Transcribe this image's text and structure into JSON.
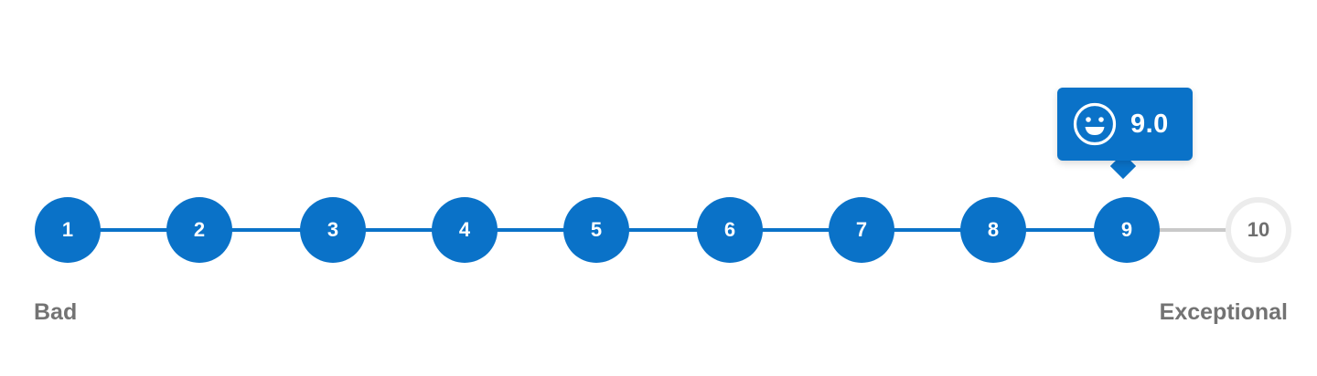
{
  "rating": {
    "steps": [
      "1",
      "2",
      "3",
      "4",
      "5",
      "6",
      "7",
      "8",
      "9",
      "10"
    ],
    "selected_value": 9,
    "tooltip": {
      "icon": "smiley-face-icon",
      "value_text": "9.0"
    },
    "min_label": "Bad",
    "max_label": "Exceptional"
  },
  "colors": {
    "accent": "#0a72c8",
    "track_empty": "#c9c9c9",
    "ring_empty": "#ececec",
    "label": "#737373"
  }
}
